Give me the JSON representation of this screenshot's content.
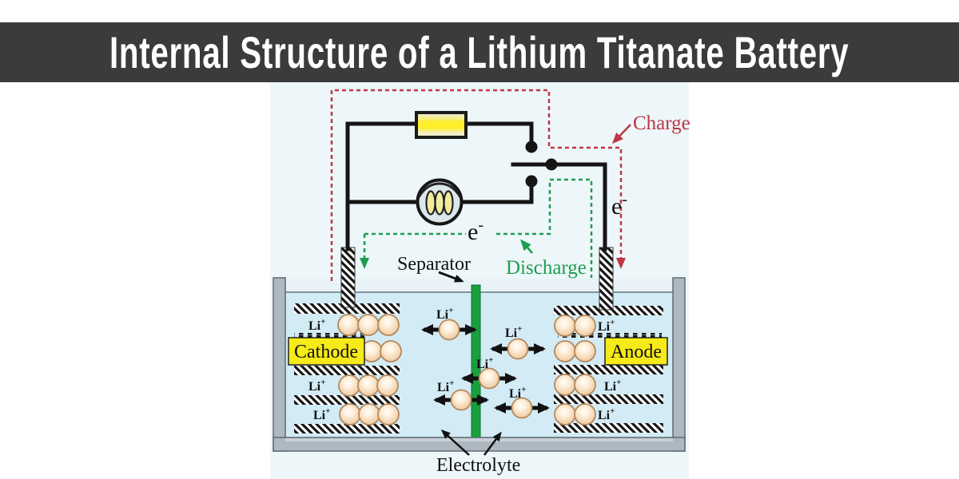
{
  "title": "Internal Structure of a Lithium Titanate Battery",
  "labels": {
    "charge": "Charge",
    "discharge": "Discharge",
    "separator": "Separator",
    "electrolyte": "Electrolyte",
    "cathode": "Cathode",
    "anode": "Anode",
    "electron": "e",
    "electron_sup": "-",
    "li": "Li",
    "li_sup": "+"
  },
  "colors": {
    "titlebar_dark": "#3b3b3b",
    "charge_red": "#bf3644",
    "discharge_green": "#1d9e50",
    "separator_green": "#18a03e",
    "electrode_label_yellow": "#f6ea19",
    "electrolyte_blue": "#d2ebf5",
    "tank_gray": "#aeb8c0",
    "ion_beige": "#f5dcbc",
    "wire_black": "#151515"
  }
}
